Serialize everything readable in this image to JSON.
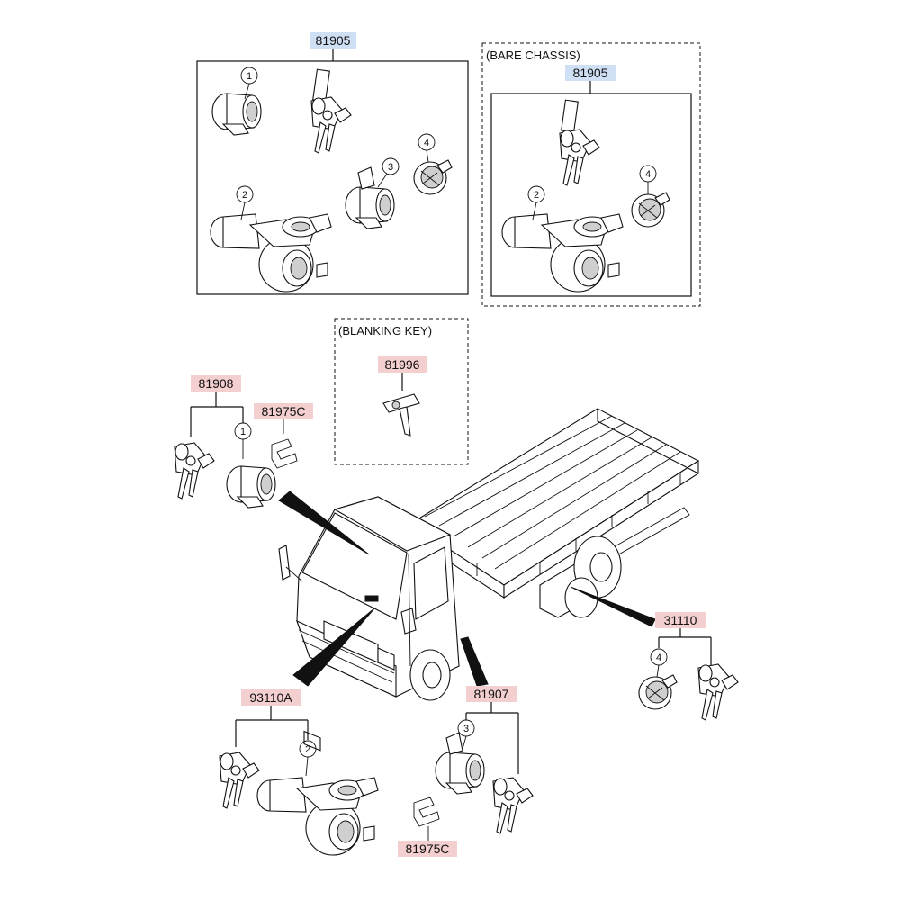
{
  "labels": {
    "top_left_group": "81905",
    "bare_chassis_note": "(BARE CHASSIS)",
    "bare_chassis_group": "81905",
    "blanking_key_note": "(BLANKING KEY)",
    "blanking_key_part": "81996",
    "door_lock_set_left": "81908",
    "retainer_top": "81975C",
    "fuel_cap_set": "31110",
    "ignition_set": "93110A",
    "door_lock_set_right": "81907",
    "retainer_bottom": "81975C"
  },
  "callouts": {
    "c1": "1",
    "c2": "2",
    "c3": "3",
    "c4": "4"
  },
  "colors": {
    "blue_highlight": "#cfe0f5",
    "red_highlight": "#f4cfcf",
    "line": "#111111"
  }
}
